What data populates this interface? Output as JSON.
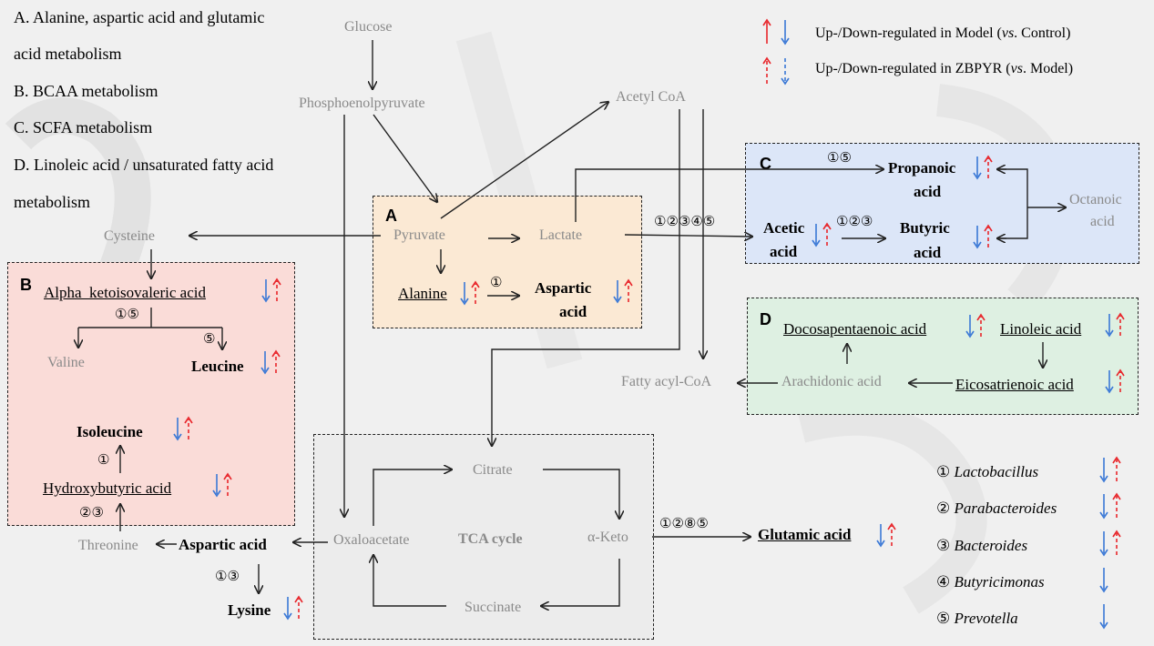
{
  "pathway_list": [
    "A. Alanine, aspartic acid and glutamic",
    "acid metabolism",
    "B. BCAA metabolism",
    "C. SCFA metabolism",
    "D. Linoleic acid / unsaturated fatty acid",
    "metabolism"
  ],
  "legend": {
    "model_text": "Up-/Down-regulated in Model (",
    "model_vs": "vs",
    "model_suffix": ". Control)",
    "zbpyr_text": "Up-/Down-regulated in ZBPYR (",
    "zbpyr_vs": "vs",
    "zbpyr_suffix": ". Model)"
  },
  "colors": {
    "up": "#e8252a",
    "down": "#3a78d6",
    "gray_text": "#8a8a8a",
    "box_A": "#fbe9d4",
    "box_B": "#fadcd8",
    "box_C": "#dce6f8",
    "box_D": "#def0e2",
    "box_TCA": "#ececec"
  },
  "nodes": {
    "glucose": "Glucose",
    "pep": "Phosphoenolpyruvate",
    "acetyl_coa": "Acetyl CoA",
    "cysteine": "Cysteine",
    "pyruvate": "Pyruvate",
    "lactate": "Lactate",
    "alanine": "Alanine",
    "aspartic_acid_a_1": "Aspartic",
    "aspartic_acid_a_2": "acid",
    "alpha_keto": "Alpha_ketoisovaleric acid",
    "valine": "Valine",
    "leucine": "Leucine",
    "isoleucine": "Isoleucine",
    "hydroxybutyric": "Hydroxybutyric acid",
    "threonine": "Threonine",
    "aspartic_acid_main": "Aspartic acid",
    "lysine": "Lysine",
    "propanoic_1": "Propanoic",
    "propanoic_2": "acid",
    "acetic_1": "Acetic",
    "acetic_2": "acid",
    "butyric_1": "Butyric",
    "butyric_2": "acid",
    "octanoic_1": "Octanoic",
    "octanoic_2": "acid",
    "docosapentaenoic": "Docosapentaenoic acid",
    "linoleic": "Linoleic acid",
    "eicosatrienoic": "Eicosatrienoic acid",
    "arachidonic": "Arachidonic acid",
    "fatty_acyl_coa": "Fatty acyl-CoA",
    "citrate": "Citrate",
    "oxaloacetate": "Oxaloacetate",
    "tca_cycle": "TCA cycle",
    "alpha_keto_tca": "α-Keto",
    "succinate": "Succinate",
    "glutamic_acid": "Glutamic acid"
  },
  "box_labels": {
    "A": "A",
    "B": "B",
    "C": "C",
    "D": "D"
  },
  "edge_labels": {
    "alanine_aspartic": "①",
    "alpha_keto_branch": "①⑤",
    "to_leucine": "⑤",
    "to_isoleucine": "①",
    "to_hydroxybutyric": "②③",
    "to_lysine": "①③",
    "to_propanoic": "①⑤",
    "to_acetic": "①②③④⑤",
    "acetic_butyric": "①②③",
    "to_glutamic": "①②⑧⑤"
  },
  "bacteria": [
    {
      "num": "①",
      "name": "Lactobacillus",
      "model": "down",
      "zbpyr": "up"
    },
    {
      "num": "②",
      "name": "Parabacteroides",
      "model": "down",
      "zbpyr": "up"
    },
    {
      "num": "③",
      "name": "Bacteroides",
      "model": "down",
      "zbpyr": "up"
    },
    {
      "num": "④",
      "name": "Butyricimonas",
      "model": "down",
      "zbpyr": null
    },
    {
      "num": "⑤",
      "name": "Prevotella",
      "model": "down",
      "zbpyr": null
    }
  ],
  "regulation": {
    "alanine": [
      "down",
      "up"
    ],
    "aspartic_acid_a": [
      "down",
      "up"
    ],
    "alpha_keto": [
      "down",
      "up"
    ],
    "leucine": [
      "down",
      "up"
    ],
    "isoleucine": [
      "down",
      "up"
    ],
    "hydroxybutyric": [
      "down",
      "up"
    ],
    "lysine": [
      "down",
      "up"
    ],
    "propanoic": [
      "down",
      "up"
    ],
    "acetic": [
      "down",
      "up"
    ],
    "butyric": [
      "down",
      "up"
    ],
    "docosapentaenoic": [
      "down",
      "up"
    ],
    "linoleic": [
      "down",
      "up"
    ],
    "eicosatrienoic": [
      "down",
      "up"
    ],
    "glutamic_acid": [
      "down",
      "up"
    ]
  }
}
